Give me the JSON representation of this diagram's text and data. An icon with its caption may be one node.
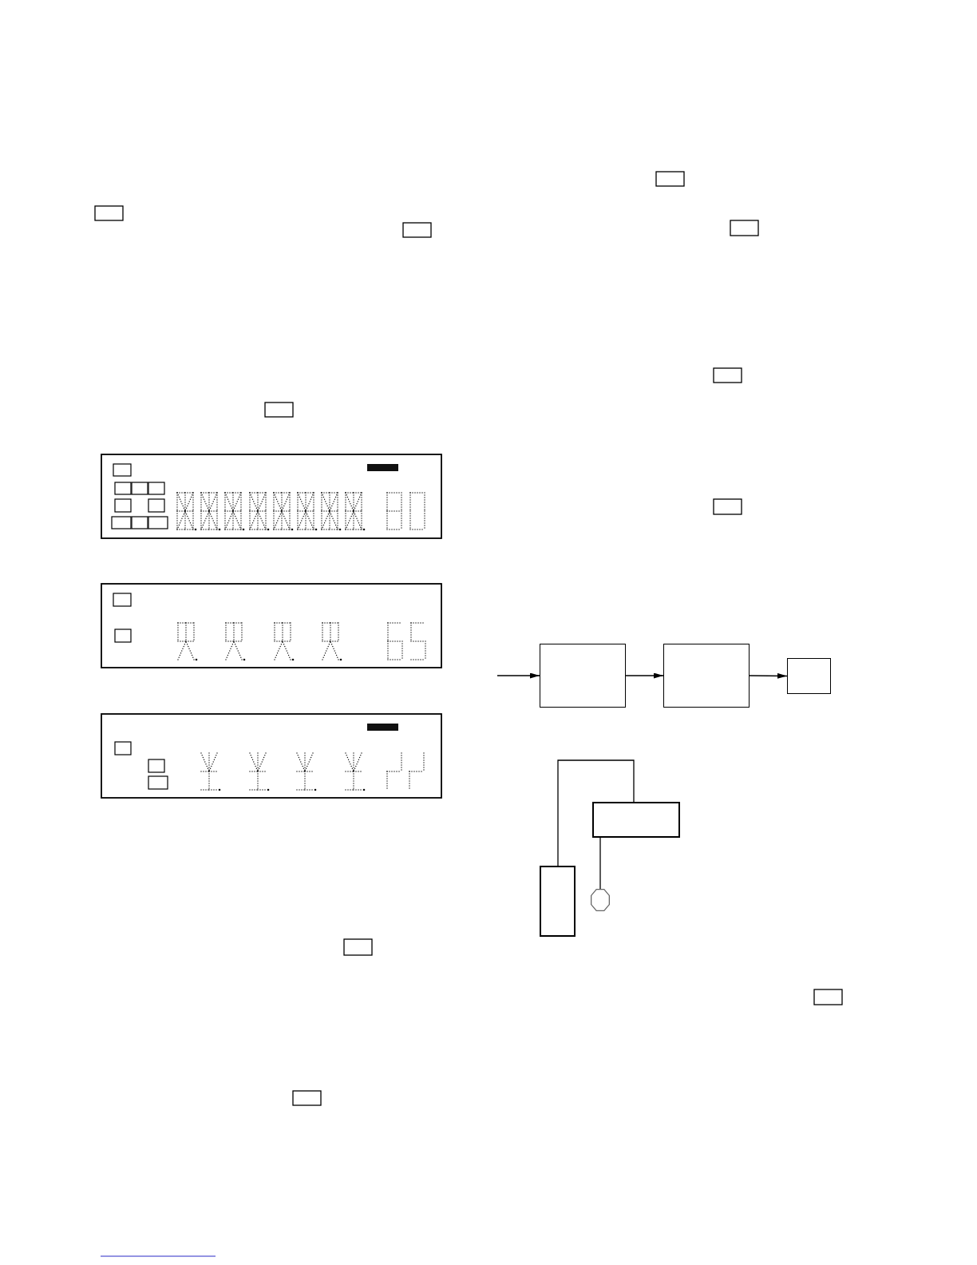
{
  "diagram": {
    "nodes": [
      {
        "text": [],
        "shape": "box"
      },
      {
        "text": [],
        "shape": "box"
      },
      {
        "text": [],
        "shape": "box"
      },
      {
        "text": [],
        "shape": "box"
      },
      {
        "text": [],
        "shape": "box"
      },
      {
        "text": [],
        "shape": "octagon"
      }
    ],
    "edges": [
      {
        "from": null,
        "to": 0,
        "arrow": "to"
      },
      {
        "from": 0,
        "to": 1,
        "arrow": "to"
      },
      {
        "from": 1,
        "to": 2,
        "arrow": "to"
      },
      {
        "from": 4,
        "to": 3,
        "arrow": "none"
      },
      {
        "from": 5,
        "to": 3,
        "arrow": "none"
      }
    ]
  }
}
